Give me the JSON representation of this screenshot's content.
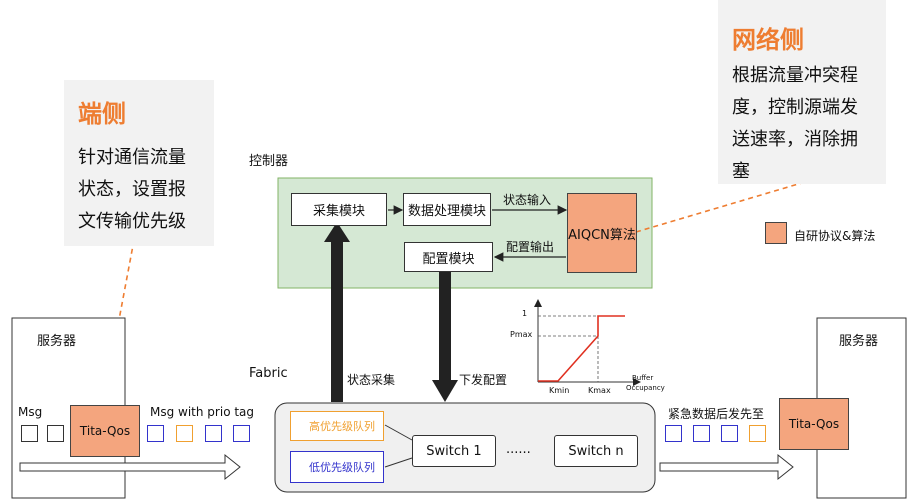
{
  "end_side": {
    "title": "端侧",
    "lines": [
      "针对通信流量",
      "状态，设置报",
      "文传输优先级"
    ]
  },
  "network_side": {
    "title": "网络侧",
    "lines": [
      "根据流量冲突程",
      "度，控制源端发",
      "送速率，消除拥",
      "塞"
    ]
  },
  "controller": {
    "label": "控制器",
    "collect_module": "采集模块",
    "data_processing_module": "数据处理模块",
    "state_input_label": "状态输入",
    "algorithm": "AIQCN算法",
    "config_output_label": "配置输出",
    "config_module": "配置模块"
  },
  "legend": {
    "label": "自研协议&算法",
    "color": "#f4a57e"
  },
  "server_left": {
    "label": "服务器",
    "msg_label": "Msg",
    "qos_label": "Tita-Qos",
    "msg_prio_label": "Msg with prio tag"
  },
  "server_right": {
    "label": "服务器",
    "qos_label": "Tita-Qos",
    "urgent_label": "紧急数据后发先至"
  },
  "fabric": {
    "label": "Fabric",
    "state_collect_label": "状态采集",
    "config_deliver_label": "下发配置",
    "high_queue": "高优先级队列",
    "low_queue": "低优先级队列",
    "switch1": "Switch 1",
    "ellipsis": "......",
    "switchn": "Switch n"
  },
  "mini_chart": {
    "y_tick_1": "1",
    "y_tick_pmax": "Pmax",
    "x_tick_kmin": "Kmin",
    "x_tick_kmax": "Kmax",
    "x_axis_label_1": "Buffer",
    "x_axis_label_2": "Occupancy",
    "line_color": "#e03020"
  },
  "colors": {
    "accent_orange": "#ee7d31",
    "controller_green": "#d5e8d4",
    "queue_blue": "#3333cc",
    "queue_orange": "#f0a030"
  }
}
